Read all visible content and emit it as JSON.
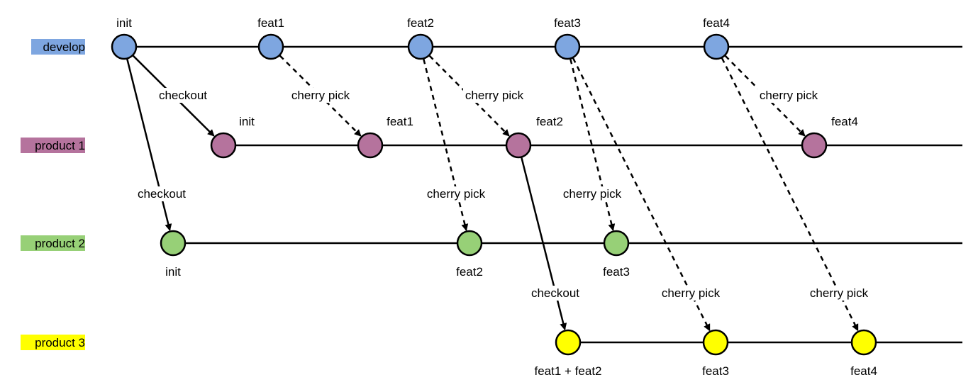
{
  "colors": {
    "develop": "#7EA6E0",
    "product1": "#B5739D",
    "product2": "#97D077",
    "product3": "#FFFF00"
  },
  "branches": [
    {
      "id": "develop",
      "label": "develop",
      "color": "#7EA6E0"
    },
    {
      "id": "product1",
      "label": "product 1",
      "color": "#B5739D"
    },
    {
      "id": "product2",
      "label": "product 2",
      "color": "#97D077"
    },
    {
      "id": "product3",
      "label": "product 3",
      "color": "#FFFF00"
    }
  ],
  "commits": [
    {
      "id": "d0",
      "branch": "develop",
      "label": "init"
    },
    {
      "id": "d1",
      "branch": "develop",
      "label": "feat1"
    },
    {
      "id": "d2",
      "branch": "develop",
      "label": "feat2"
    },
    {
      "id": "d3",
      "branch": "develop",
      "label": "feat3"
    },
    {
      "id": "d4",
      "branch": "develop",
      "label": "feat4"
    },
    {
      "id": "p1a",
      "branch": "product1",
      "label": "init"
    },
    {
      "id": "p1b",
      "branch": "product1",
      "label": "feat1"
    },
    {
      "id": "p1c",
      "branch": "product1",
      "label": "feat2"
    },
    {
      "id": "p1d",
      "branch": "product1",
      "label": "feat4"
    },
    {
      "id": "p2a",
      "branch": "product2",
      "label": "init"
    },
    {
      "id": "p2b",
      "branch": "product2",
      "label": "feat2"
    },
    {
      "id": "p2c",
      "branch": "product2",
      "label": "feat3"
    },
    {
      "id": "p3a",
      "branch": "product3",
      "label": "feat1 + feat2"
    },
    {
      "id": "p3b",
      "branch": "product3",
      "label": "feat3"
    },
    {
      "id": "p3c",
      "branch": "product3",
      "label": "feat4"
    }
  ],
  "edges": [
    {
      "from": "d0",
      "to": "p1a",
      "kind": "checkout",
      "label": "checkout"
    },
    {
      "from": "d0",
      "to": "p2a",
      "kind": "checkout",
      "label": "checkout"
    },
    {
      "from": "d1",
      "to": "p1b",
      "kind": "cherry-pick",
      "label": "cherry pick"
    },
    {
      "from": "d2",
      "to": "p1c",
      "kind": "cherry-pick",
      "label": "cherry pick"
    },
    {
      "from": "d2",
      "to": "p2b",
      "kind": "cherry-pick",
      "label": "cherry pick"
    },
    {
      "from": "d3",
      "to": "p2c",
      "kind": "cherry-pick",
      "label": "cherry pick"
    },
    {
      "from": "d3",
      "to": "p3b",
      "kind": "cherry-pick",
      "label": "cherry pick"
    },
    {
      "from": "d4",
      "to": "p1d",
      "kind": "cherry-pick",
      "label": "cherry pick"
    },
    {
      "from": "d4",
      "to": "p3c",
      "kind": "cherry-pick",
      "label": "cherry pick"
    },
    {
      "from": "p1c",
      "to": "p3a",
      "kind": "checkout",
      "label": "checkout"
    }
  ]
}
